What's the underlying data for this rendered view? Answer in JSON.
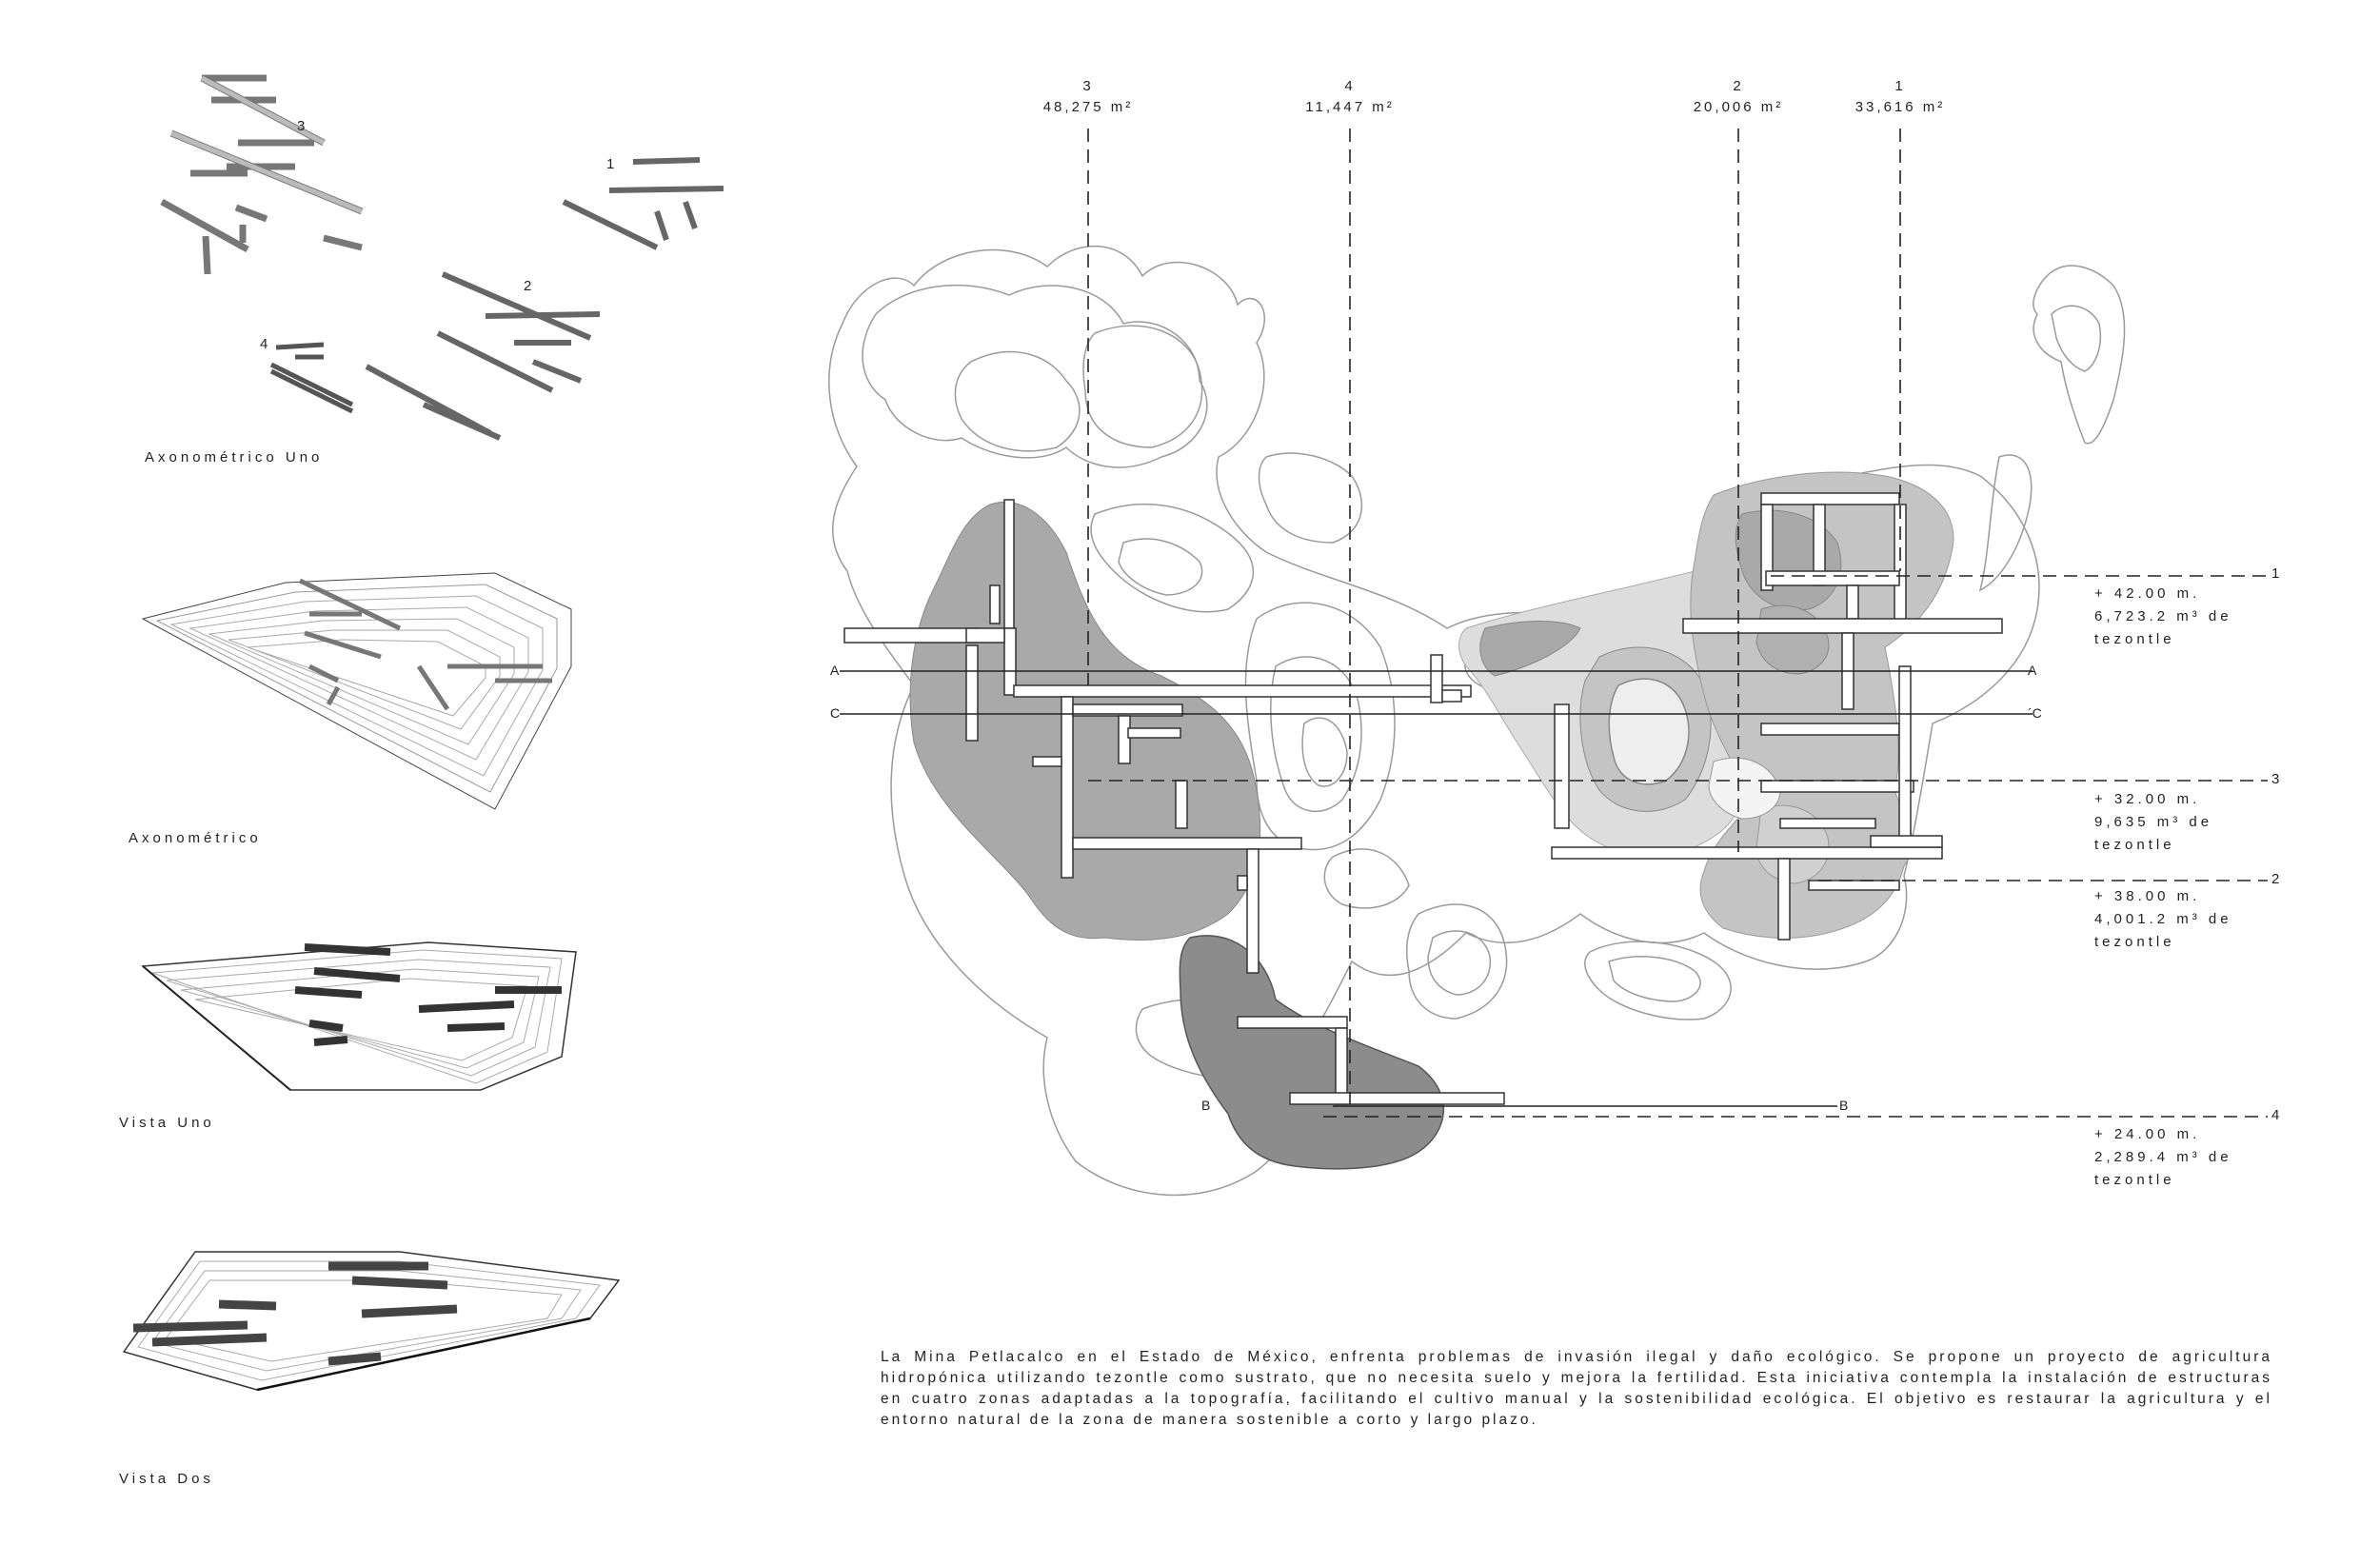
{
  "axon_small_labels": [
    "1",
    "2",
    "3",
    "4"
  ],
  "view_captions": {
    "axon_uno": "Axonométrico Uno",
    "axon": "Axonométrico",
    "vista_uno": "Vista Uno",
    "vista_dos": "Vista Dos"
  },
  "zones_top": [
    {
      "number": "3",
      "area": "48,275 m²"
    },
    {
      "number": "4",
      "area": "11,447 m²"
    },
    {
      "number": "2",
      "area": "20,006 m²"
    },
    {
      "number": "1",
      "area": "33,616 m²"
    }
  ],
  "levels": [
    {
      "number": "1",
      "text": "+ 42.00 m.\n6,723.2 m³ de\ntezontle"
    },
    {
      "number": "3",
      "text": "+ 32.00 m.\n9,635 m³ de\ntezontle"
    },
    {
      "number": "2",
      "text": "+ 38.00 m.\n4,001.2 m³ de\ntezontle"
    },
    {
      "number": "4",
      "text": "+ 24.00 m.\n2,289.4 m³ de\ntezontle"
    }
  ],
  "sections": {
    "a_left": "A",
    "a_right": "A",
    "c_left": "C",
    "c_right": "´C",
    "b_left": "B",
    "b_right": "B"
  },
  "description": "La Mina Petlacalco en el Estado de México, enfrenta problemas de invasión ilegal y daño ecológico. Se propone un proyecto de agricultura hidropónica utilizando tezontle como sustrato, que no necesita suelo y mejora la fertilidad. Esta iniciativa contempla la instalación de estructuras en cuatro zonas adaptadas a la topografía, facilitando el cultivo manual y la sostenibilidad ecológica. El objetivo es restaurar la agricultura y el entorno natural de la zona de manera sostenible a corto y largo plazo.",
  "colors": {
    "zone_dark": "#a9a9a9",
    "zone_darker": "#8c8c8c",
    "zone_mid": "#c4c4c4",
    "zone_light": "#dddddd",
    "contour": "#9a9a9a",
    "ink": "#222222"
  }
}
